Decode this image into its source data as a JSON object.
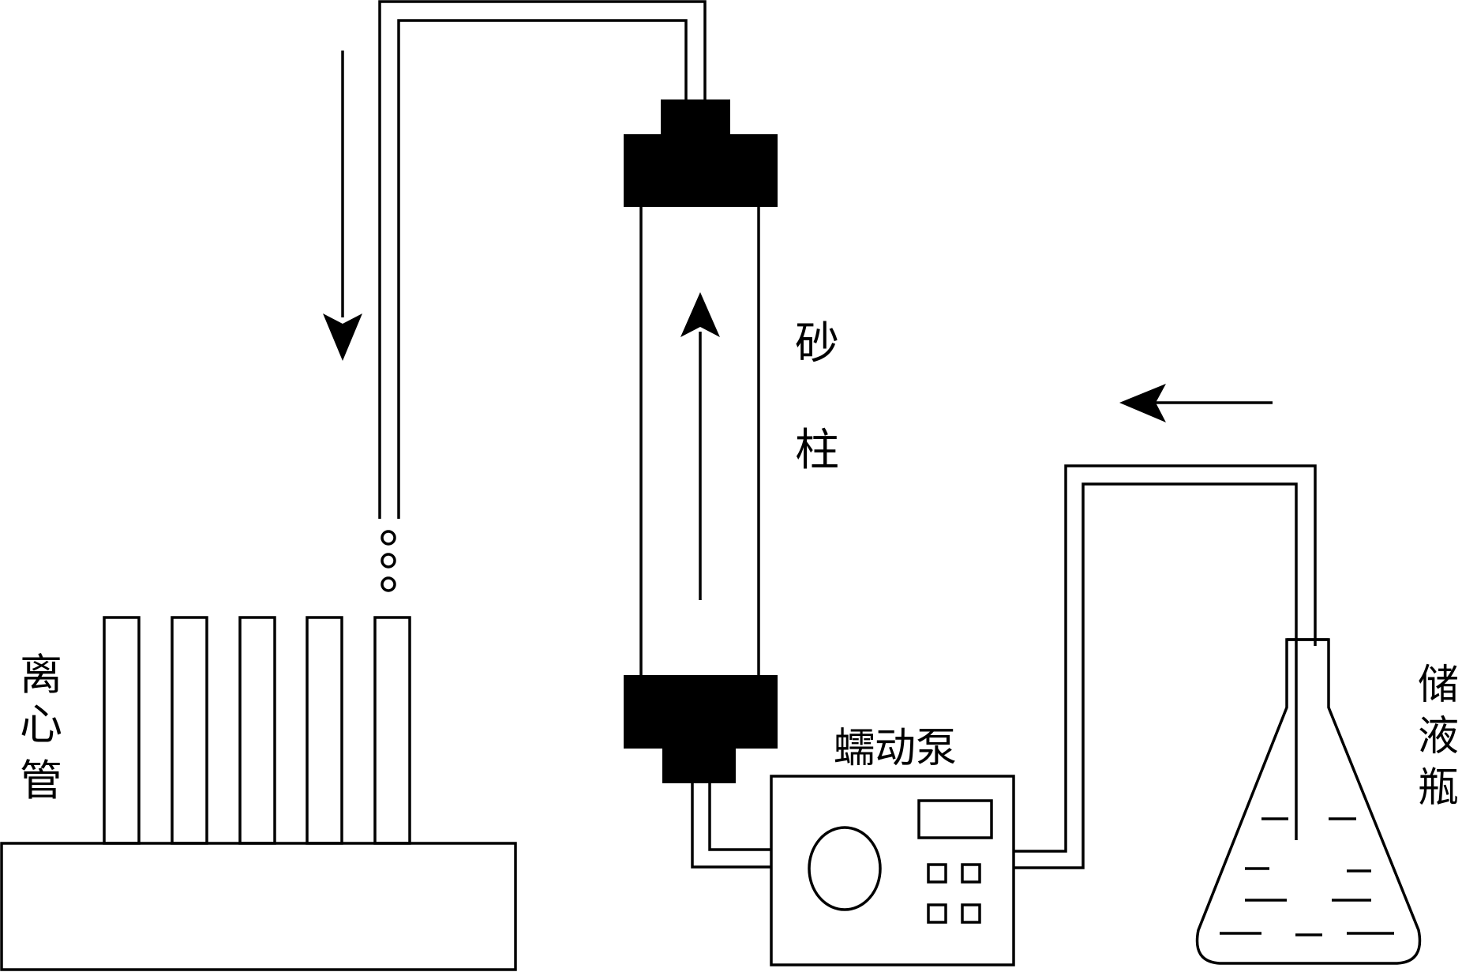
{
  "labels": {
    "sand_column": [
      "砂",
      "柱"
    ],
    "centrifuge_tubes": [
      "离",
      "心",
      "管"
    ],
    "peristaltic_pump": "蠕动泵",
    "reservoir_bottle": [
      "储",
      "液",
      "瓶"
    ]
  },
  "colors": {
    "stroke": "#000000",
    "fill_dark": "#000000",
    "background": "#ffffff"
  },
  "icons": {
    "flow_arrow": "arrow-icon",
    "droplet": "droplet-icon"
  }
}
